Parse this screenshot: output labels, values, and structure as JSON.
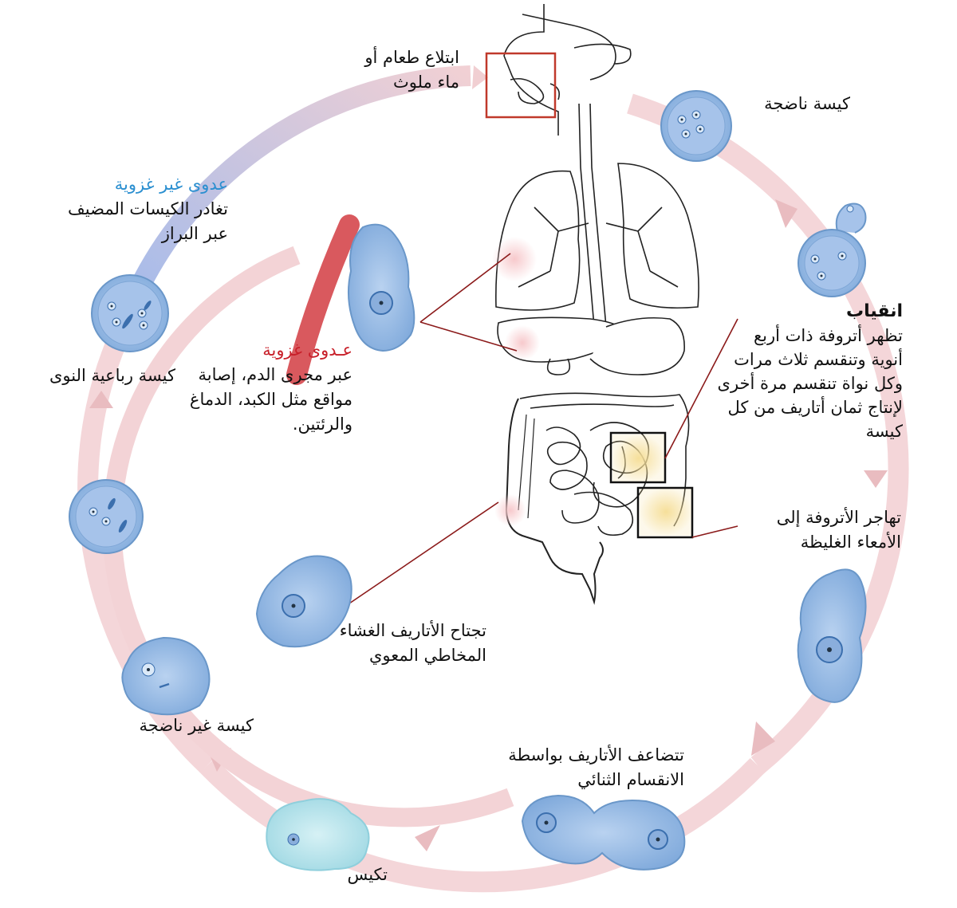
{
  "labels": {
    "ingestion": [
      "ابتلاع طعام أو",
      "ماء ملوث"
    ],
    "mature_cyst": "كيسة ناضجة",
    "excystation_title": "انقياب",
    "excystation_text": [
      "تظهر أتروفة ذات أربع",
      "أنوية وتنقسم ثلاث مرات",
      "وكل نواة تنقسم مرة أخرى",
      "لإنتاج ثمان أتاريف من كل",
      "كيسة"
    ],
    "migration": [
      "تهاجر الأتروفة إلى",
      "الأمعاء الغليظة"
    ],
    "binary_fission": [
      "تتضاعف الأتاريف بواسطة",
      "الانقسام الثنائي"
    ],
    "encystation": "تكيس",
    "immature_cyst": "كيسة غير ناضجة",
    "invade_mucosa": [
      "تجتاح الأتاريف الغشاء",
      "المخاطي المعوي"
    ],
    "quadrinucleate_cyst": "كيسة رباعية النوى",
    "noninvasive_title": "عدوى غير غزوية",
    "noninvasive_text": [
      "تغادر الكيسات المضيف",
      "عبر البراز"
    ],
    "invasive_title": "عـدوى غزوية",
    "invasive_text": [
      "عبر مجرى الدم، إصابة",
      "مواقع مثل الكبد، الدماغ",
      "والرئتين."
    ]
  },
  "colors": {
    "cycle_arrow": "#f3d3d6",
    "noninvasive_arrow": "#aec6ee",
    "invasive_arrow": "#d9595e",
    "cell_fill": "#8fb7e4",
    "cell_stroke": "#6a97c9",
    "cyst_fill": "#a6c3ea",
    "encyst_fill": "#bfe7ee",
    "ingestion_box": "#c0392b",
    "pointer_line": "#8b1a1a",
    "noninvasive_title": "#2b8fd0",
    "invasive_title": "#c8202a"
  },
  "icons": [
    "mature-cyst-icon",
    "excysting-cyst-icon",
    "trophozoite-icon",
    "dividing-trophozoite-icon",
    "encysting-cell-icon",
    "immature-cyst-icon",
    "binucleate-cyst-icon",
    "quadrinucleate-cyst-icon",
    "digestive-system-icon",
    "lungs-icon",
    "intestines-icon"
  ]
}
